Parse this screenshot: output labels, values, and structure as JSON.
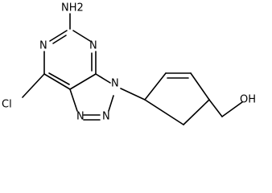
{
  "molecule": {
    "atom_labels": {
      "amine": "NH2",
      "chlorine": "Cl",
      "hydroxyl": "OH",
      "pyrimidine_n_top": "N",
      "pyrimidine_n_left": "N",
      "triazole_n1": "N",
      "triazole_n2": "N",
      "triazole_n3": "N"
    },
    "colors": {
      "bond": "#000000",
      "text": "#000000",
      "background": "#ffffff"
    }
  }
}
